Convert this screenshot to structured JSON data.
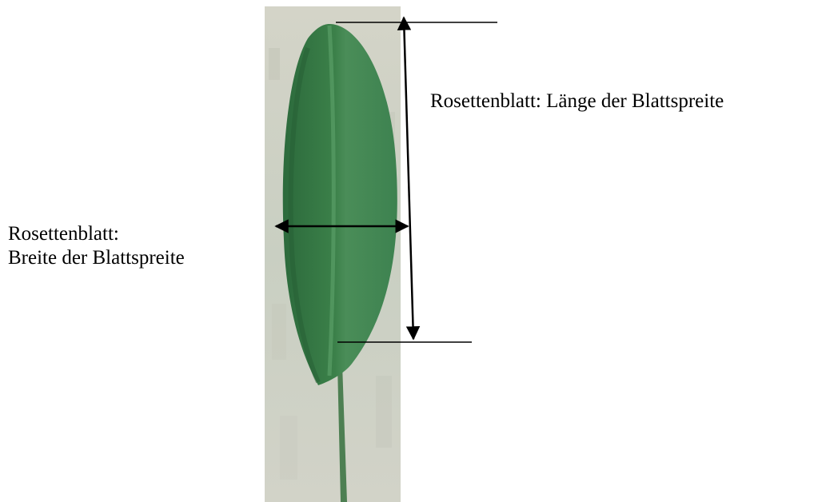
{
  "labels": {
    "length": "Rosettenblatt: Länge der Blattspreite",
    "width_line1": "Rosettenblatt:",
    "width_line2": "Breite der Blattspreite"
  },
  "colors": {
    "leaf_dark": "#2f6e3f",
    "leaf_mid": "#3f8a52",
    "leaf_light": "#5a9e68",
    "background_photo": "#cfd1c4",
    "annotation": "#000000"
  }
}
